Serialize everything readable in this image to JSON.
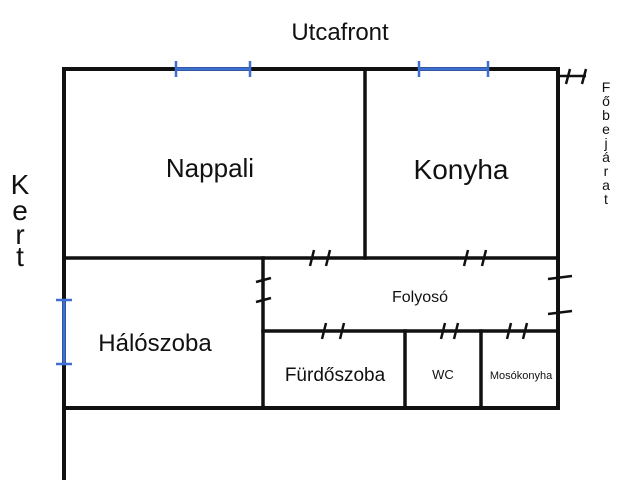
{
  "plan": {
    "street_label": "Utcafront",
    "garden_label": [
      "K",
      "e",
      "r",
      "t"
    ],
    "entrance_label": [
      "F",
      "ő",
      "b",
      "e",
      "j",
      "á",
      "r",
      "a",
      "t"
    ],
    "rooms": {
      "nappali": "Nappali",
      "konyha": "Konyha",
      "haloszoba": "Hálószoba",
      "folyoso": "Folyosó",
      "furdoszoba": "Fürdőszoba",
      "wc": "WC",
      "mosokonyha": "Mosókonyha"
    },
    "colors": {
      "walls": "#111111",
      "windows": "#3d6fd0",
      "background": "#ffffff"
    }
  }
}
